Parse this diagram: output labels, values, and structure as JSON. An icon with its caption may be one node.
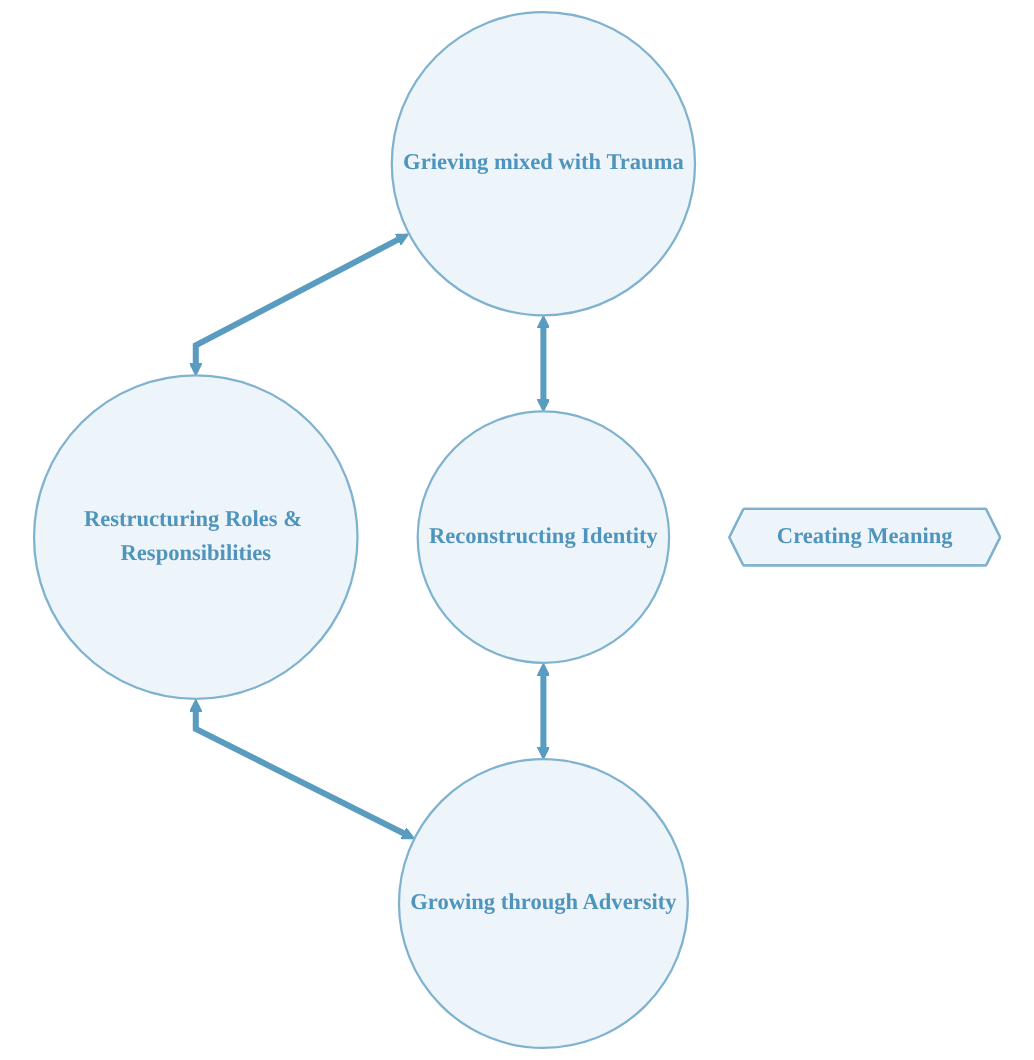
{
  "diagram": {
    "nodes": [
      {
        "text": [
          "Grieving mixed with Trauma"
        ]
      },
      {
        "text": [
          "Restructuring Roles & Responsibilities"
        ]
      },
      {
        "text": [
          "Creating Meaning"
        ]
      },
      {
        "text": [
          "Reconstructing Identity"
        ]
      },
      {
        "text": [
          "Growing through Adversity"
        ]
      }
    ],
    "edges": [
      {
        "from": 0,
        "to": 1,
        "arrow": "both"
      },
      {
        "from": 0,
        "to": 3,
        "arrow": "both"
      },
      {
        "from": 1,
        "to": 4,
        "arrow": "both"
      },
      {
        "from": 3,
        "to": 4,
        "arrow": "both"
      }
    ]
  }
}
